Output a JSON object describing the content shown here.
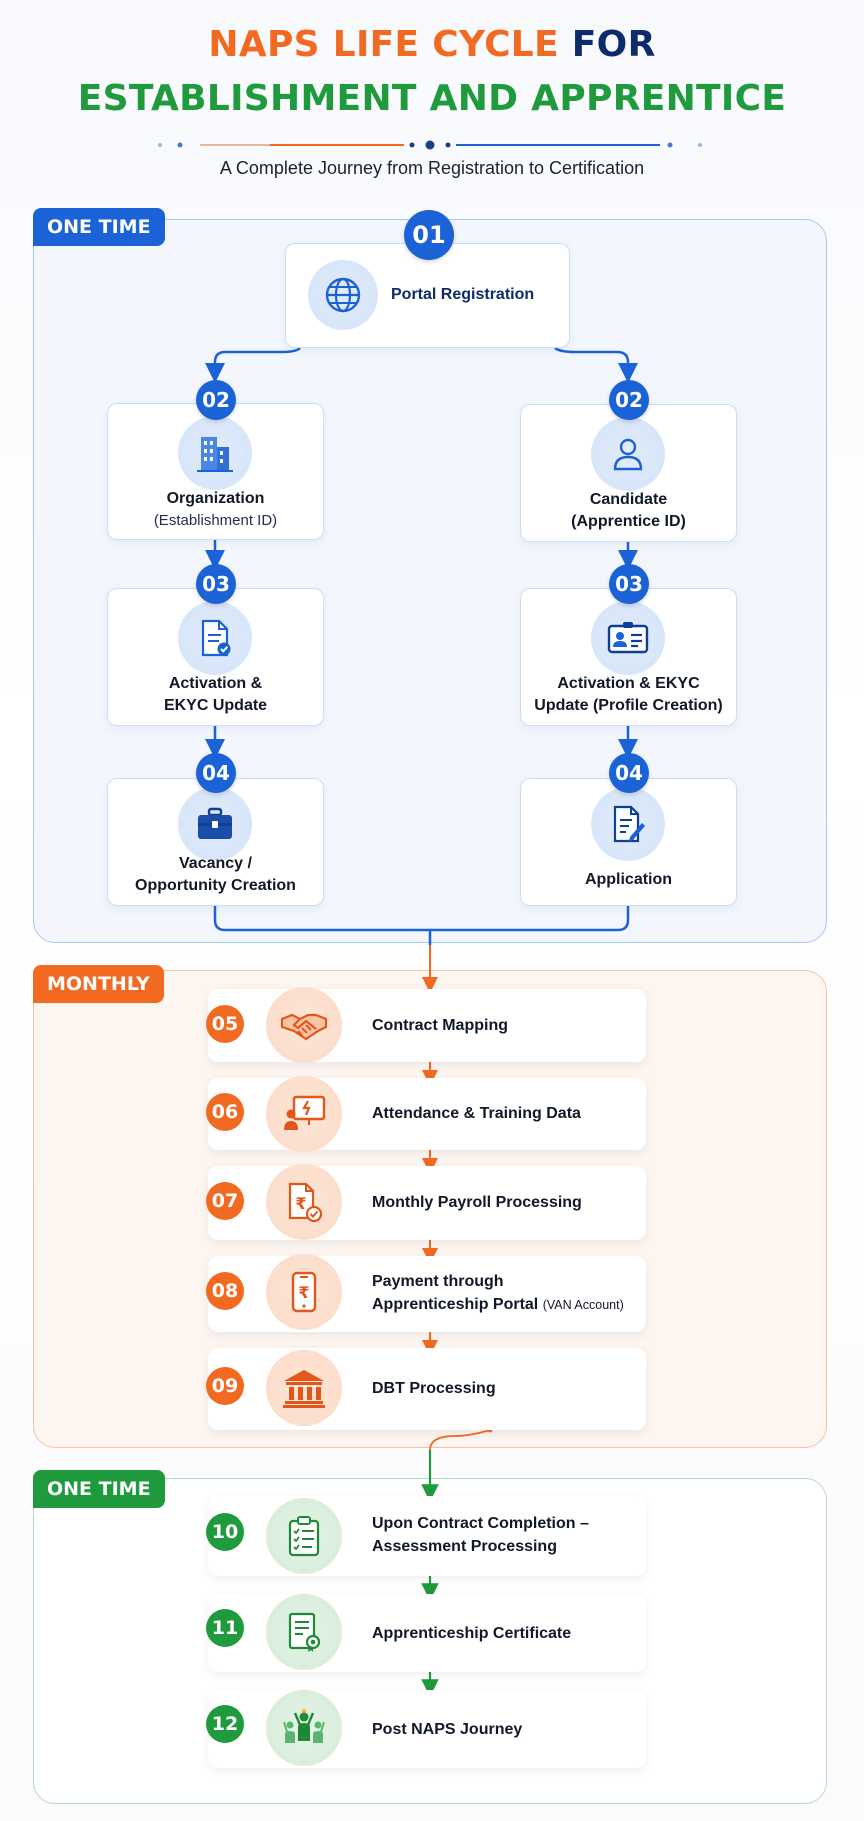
{
  "header": {
    "title_part1": "NAPS LIFE CYCLE",
    "title_part2": "FOR",
    "title_line2": "ESTABLISHMENT AND APPRENTICE",
    "subtitle": "A Complete Journey from Registration to Certification"
  },
  "colors": {
    "blue": "#1a62d6",
    "orange": "#f26a21",
    "green": "#1f9a3c",
    "navy": "#0d2a6b"
  },
  "sections": {
    "one_time_top": "ONE TIME",
    "monthly": "MONTHLY",
    "one_time_bottom": "ONE TIME"
  },
  "steps": {
    "s01": {
      "num": "01",
      "label": "Portal Registration",
      "icon": "globe-icon"
    },
    "org02": {
      "num": "02",
      "label": "Organization",
      "sub": "(Establishment ID)",
      "icon": "building-icon"
    },
    "cand02": {
      "num": "02",
      "label": "Candidate",
      "sub": "(Apprentice ID)",
      "icon": "user-icon"
    },
    "org03": {
      "num": "03",
      "label": "Activation &",
      "label2": "EKYC Update",
      "icon": "document-check-icon"
    },
    "cand03": {
      "num": "03",
      "label": "Activation & EKYC",
      "label2": "Update (Profile Creation)",
      "icon": "id-card-icon"
    },
    "org04": {
      "num": "04",
      "label": "Vacancy /",
      "label2": "Opportunity Creation",
      "icon": "briefcase-icon"
    },
    "cand04": {
      "num": "04",
      "label": "Application",
      "icon": "document-edit-icon"
    },
    "s05": {
      "num": "05",
      "label": "Contract Mapping",
      "icon": "handshake-icon"
    },
    "s06": {
      "num": "06",
      "label": "Attendance & Training Data",
      "icon": "training-board-icon"
    },
    "s07": {
      "num": "07",
      "label": "Monthly Payroll Processing",
      "icon": "rupee-document-icon"
    },
    "s08": {
      "num": "08",
      "label": "Payment through",
      "label2": "Apprenticeship Portal",
      "small": "(VAN Account)",
      "icon": "mobile-rupee-icon"
    },
    "s09": {
      "num": "09",
      "label": "DBT Processing",
      "icon": "bank-icon"
    },
    "s10": {
      "num": "10",
      "label": "Upon Contract Completion –",
      "label2": "Assessment Processing",
      "icon": "clipboard-checklist-icon"
    },
    "s11": {
      "num": "11",
      "label": "Apprenticeship Certificate",
      "icon": "certificate-icon"
    },
    "s12": {
      "num": "12",
      "label": "Post NAPS Journey",
      "icon": "team-celebrate-icon"
    }
  }
}
